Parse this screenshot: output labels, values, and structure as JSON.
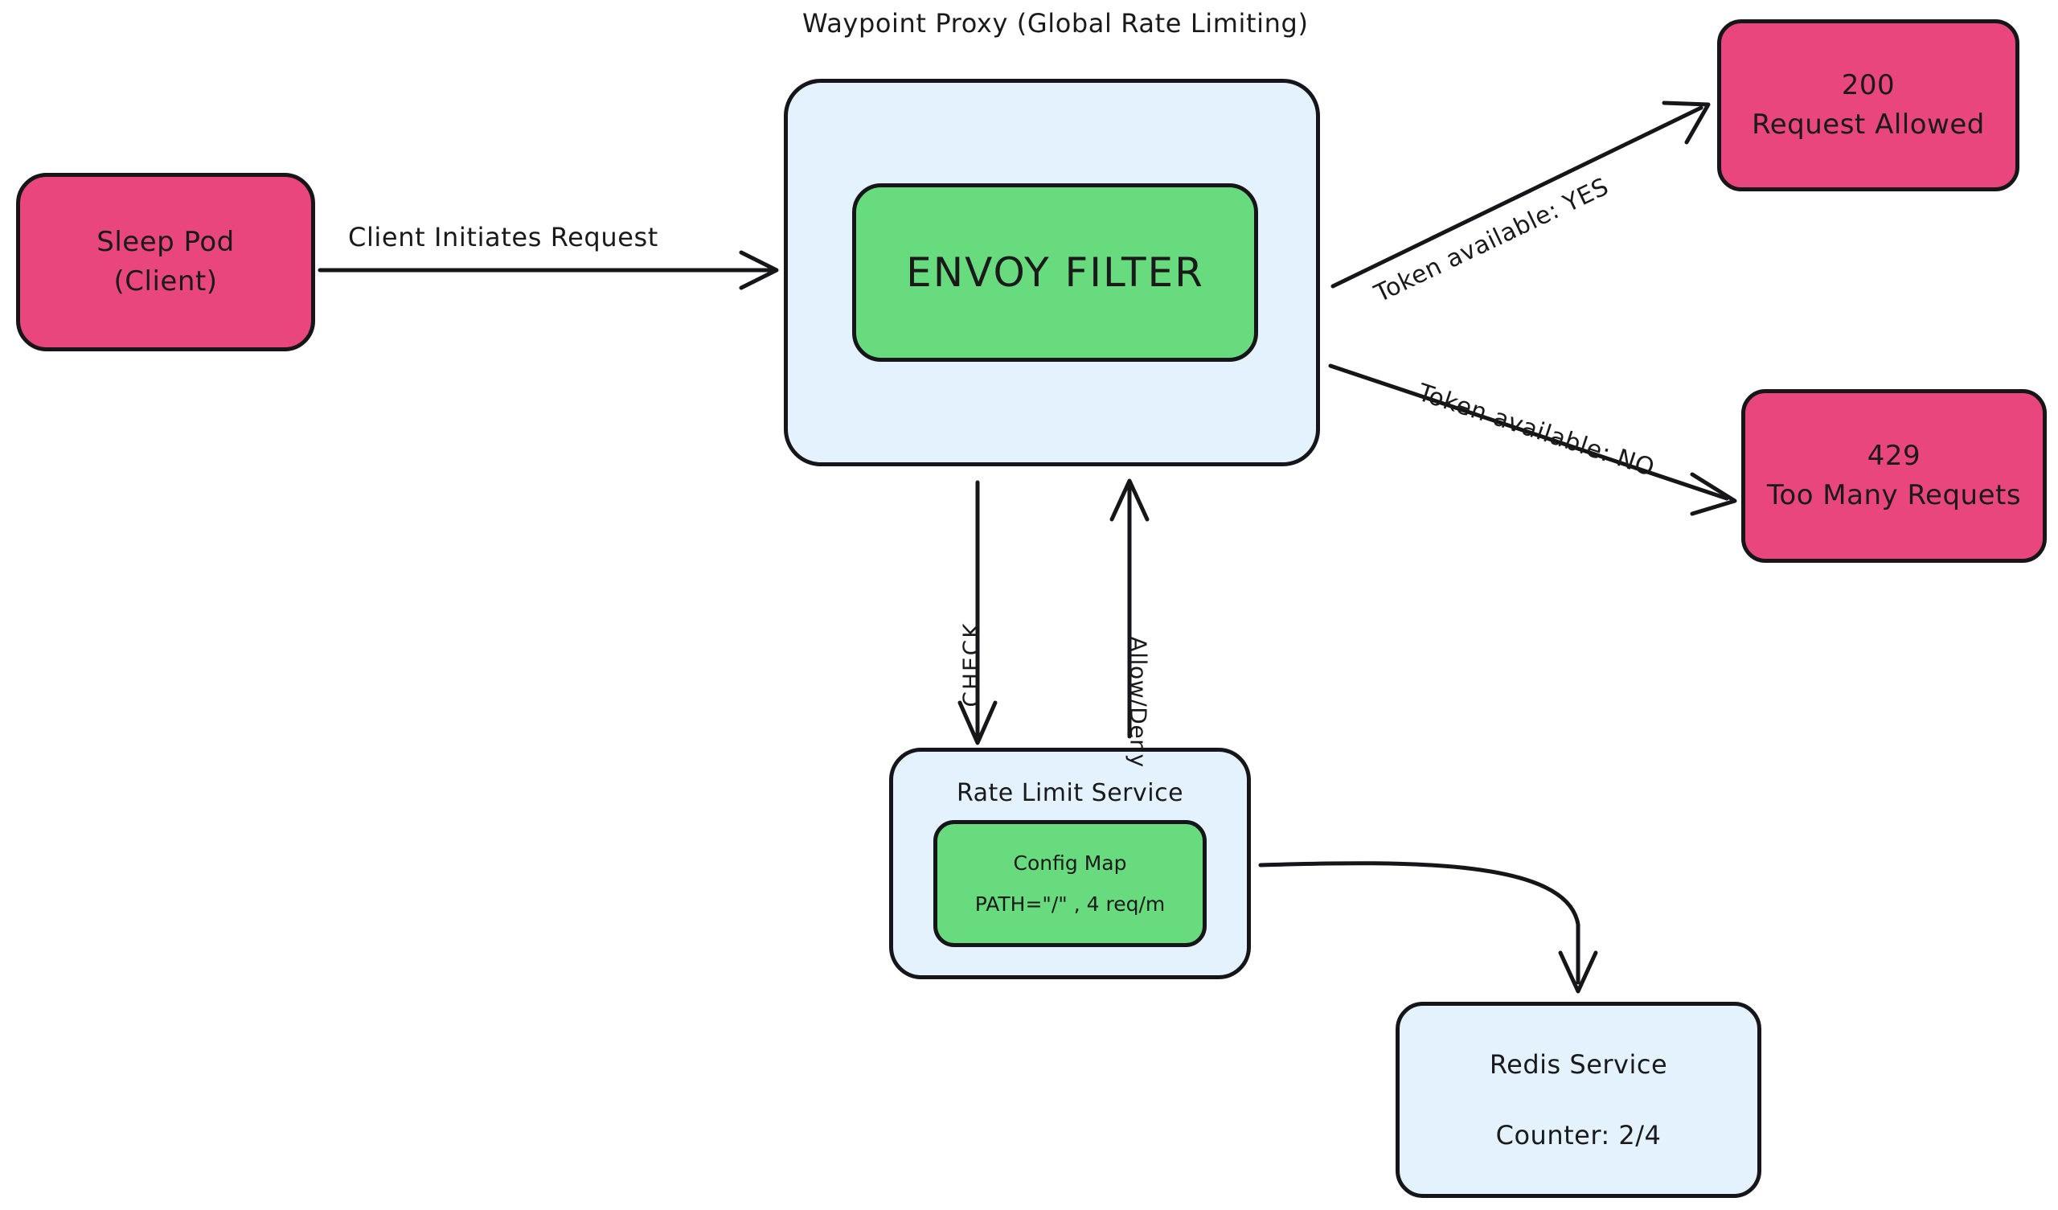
{
  "diagram": {
    "title": "Waypoint Proxy (Global Rate Limiting)",
    "colors": {
      "pink": "#E8467C",
      "green": "#69DB7F",
      "light_blue": "#E4F2FD",
      "stroke": "#16161A",
      "background": "#FFFFFF"
    }
  },
  "nodes": {
    "sleep_pod": {
      "line1": "Sleep Pod",
      "line2": "(Client)"
    },
    "waypoint_proxy": {
      "label": "Waypoint Proxy (Global Rate Limiting)"
    },
    "envoy_filter": {
      "label": "ENVOY FILTER"
    },
    "response_200": {
      "line1": "200",
      "line2": "Request Allowed"
    },
    "response_429": {
      "line1": "429",
      "line2": "Too Many Requets"
    },
    "rate_limit_service": {
      "label": "Rate Limit Service"
    },
    "config_map": {
      "line1": "Config Map",
      "line2": "PATH=\"/\" , 4 req/m"
    },
    "redis_service": {
      "line1": "Redis Service",
      "line2": "Counter: 2/4"
    }
  },
  "edges": {
    "client_request": "Client Initiates Request",
    "token_yes": "Token available: YES",
    "token_no": "Token available: NO",
    "check": "CHECK",
    "allow_deny": "Allow/Deny"
  }
}
